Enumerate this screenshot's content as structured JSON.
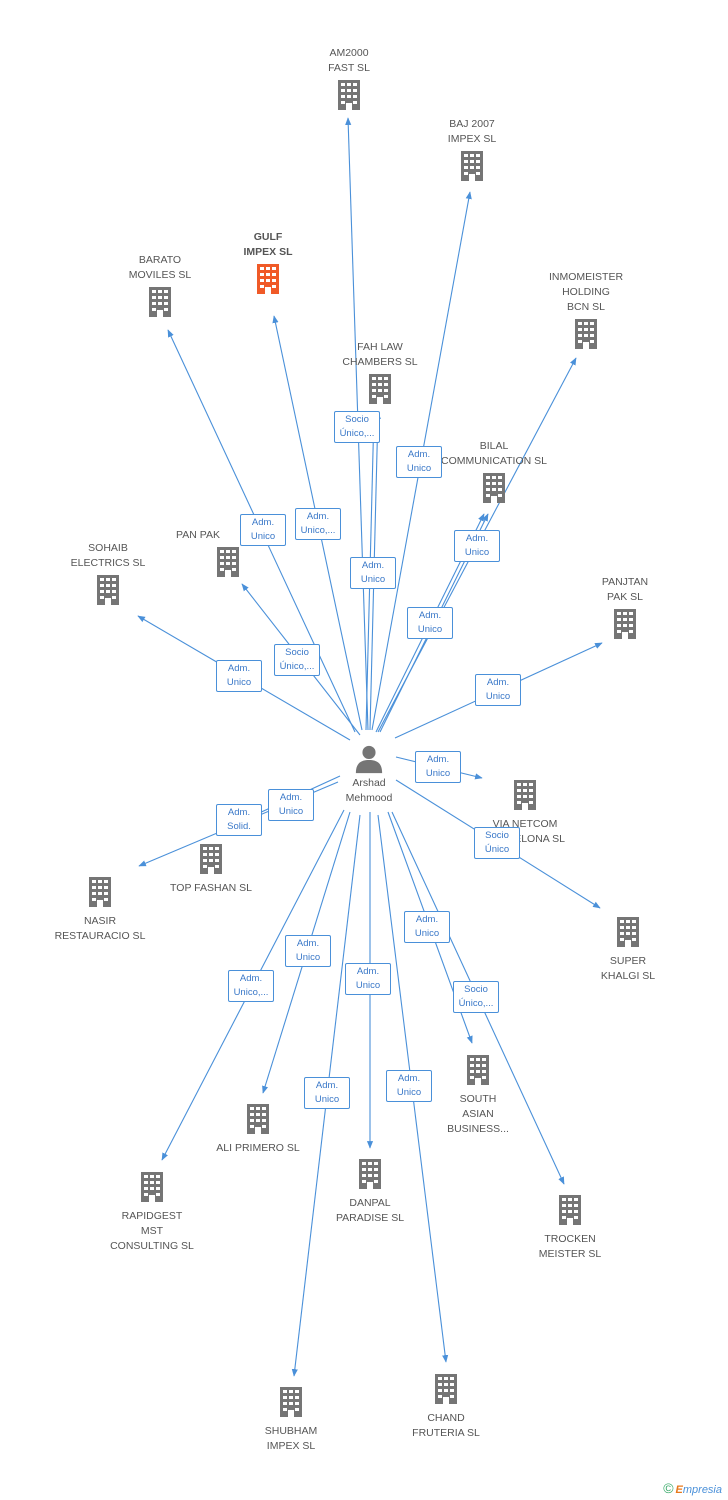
{
  "colors": {
    "edge": "#4a90d9",
    "building": "#757575",
    "focus": "#f05a28",
    "person": "#757575"
  },
  "center": {
    "label": "Arshad\nMehmood",
    "icon": "person-icon"
  },
  "companies": [
    {
      "id": "am2000",
      "label": "AM2000\nFAST  SL",
      "focus": false
    },
    {
      "id": "baj2007",
      "label": "BAJ 2007\nIMPEX SL",
      "focus": false
    },
    {
      "id": "gulf",
      "label": "GULF\nIMPEX SL",
      "focus": true
    },
    {
      "id": "barato",
      "label": "BARATO\nMOVILES SL",
      "focus": false
    },
    {
      "id": "inmomeister",
      "label": "INMOMEISTER\nHOLDING\nBCN SL",
      "focus": false
    },
    {
      "id": "fahlaw",
      "label": "FAH LAW\nCHAMBERS SL",
      "focus": false
    },
    {
      "id": "bilal",
      "label": "BILAL\nCOMMUNICATION SL",
      "focus": false
    },
    {
      "id": "panpak",
      "label": "PAN PAK",
      "focus": false
    },
    {
      "id": "sohaib",
      "label": "SOHAIB\nELECTRICS SL",
      "focus": false
    },
    {
      "id": "panjtan",
      "label": "PANJTAN\nPAK SL",
      "focus": false
    },
    {
      "id": "vianetcom",
      "label": "VIA NETCOM\nBARCELONA SL",
      "focus": false
    },
    {
      "id": "topfashan",
      "label": "TOP FASHAN SL",
      "focus": false
    },
    {
      "id": "nasir",
      "label": "NASIR\nRESTAURACIO SL",
      "focus": false
    },
    {
      "id": "super",
      "label": "SUPER\nKHALGI SL",
      "focus": false
    },
    {
      "id": "southasian",
      "label": "SOUTH\nASIAN\nBUSINESS...",
      "focus": false
    },
    {
      "id": "aliprimero",
      "label": "ALI PRIMERO SL",
      "focus": false
    },
    {
      "id": "danpal",
      "label": "DANPAL\nPARADISE SL",
      "focus": false
    },
    {
      "id": "rapidgest",
      "label": "RAPIDGEST\nMST\nCONSULTING SL",
      "focus": false
    },
    {
      "id": "trocken",
      "label": "TROCKEN\nMEISTER SL",
      "focus": false
    },
    {
      "id": "shubham",
      "label": "SHUBHAM\nIMPEX SL",
      "focus": false
    },
    {
      "id": "chand",
      "label": "CHAND\nFRUTERIA SL",
      "focus": false
    }
  ],
  "relations": [
    {
      "target": "fahlaw",
      "label": "Socio\nÚnico,..."
    },
    {
      "target": "am2000",
      "label": "Adm.\nUnico"
    },
    {
      "target": "baj2007",
      "label": "Adm.\nUnico"
    },
    {
      "target": "barato",
      "label": "Adm.\nUnico"
    },
    {
      "target": "gulf",
      "label": "Adm.\nUnico,..."
    },
    {
      "target": "bilal",
      "label": "Adm.\nUnico"
    },
    {
      "target": "fahlaw2",
      "label": "Adm.\nUnico"
    },
    {
      "target": "inmomeister",
      "label": "Adm.\nUnico"
    },
    {
      "target": "panpak",
      "label": "Socio\nÚnico,..."
    },
    {
      "target": "sohaib",
      "label": "Adm.\nUnico"
    },
    {
      "target": "panjtan",
      "label": "Adm.\nUnico"
    },
    {
      "target": "vianetcom",
      "label": "Adm.\nUnico"
    },
    {
      "target": "topfashan",
      "label": "Adm.\nUnico"
    },
    {
      "target": "nasir",
      "label": "Adm.\nSolid."
    },
    {
      "target": "super",
      "label": "Socio\nÚnico"
    },
    {
      "target": "southasian",
      "label": "Adm.\nUnico"
    },
    {
      "target": "aliprimero",
      "label": "Adm.\nUnico"
    },
    {
      "target": "danpal",
      "label": "Adm.\nUnico"
    },
    {
      "target": "rapidgest",
      "label": "Adm.\nUnico,..."
    },
    {
      "target": "trocken",
      "label": "Socio\nÚnico,..."
    },
    {
      "target": "shubham",
      "label": "Adm.\nUnico"
    },
    {
      "target": "chand",
      "label": "Adm.\nUnico"
    }
  ],
  "footer": {
    "copyright": "©",
    "brand_e": "E",
    "brand_rest": "mpresia"
  }
}
